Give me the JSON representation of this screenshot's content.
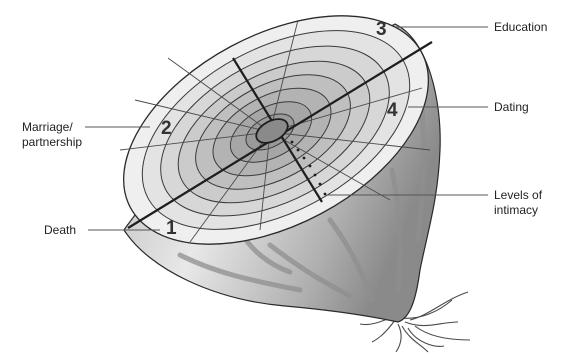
{
  "labels": {
    "education": "Education",
    "dating": "Dating",
    "marriage": "Marriage/\npartnership",
    "death": "Death",
    "levels": "Levels of\nintimacy"
  },
  "numbers": {
    "n1": "1",
    "n2": "2",
    "n3": "3",
    "n4": "4"
  },
  "colors": {
    "flesh": "#c9c9c9",
    "skin_light": "#e6e6e6",
    "skin_dark": "#8d8d8d",
    "core": "#8a8a8a",
    "outline": "#2b2b2b",
    "leader": "#555555"
  }
}
